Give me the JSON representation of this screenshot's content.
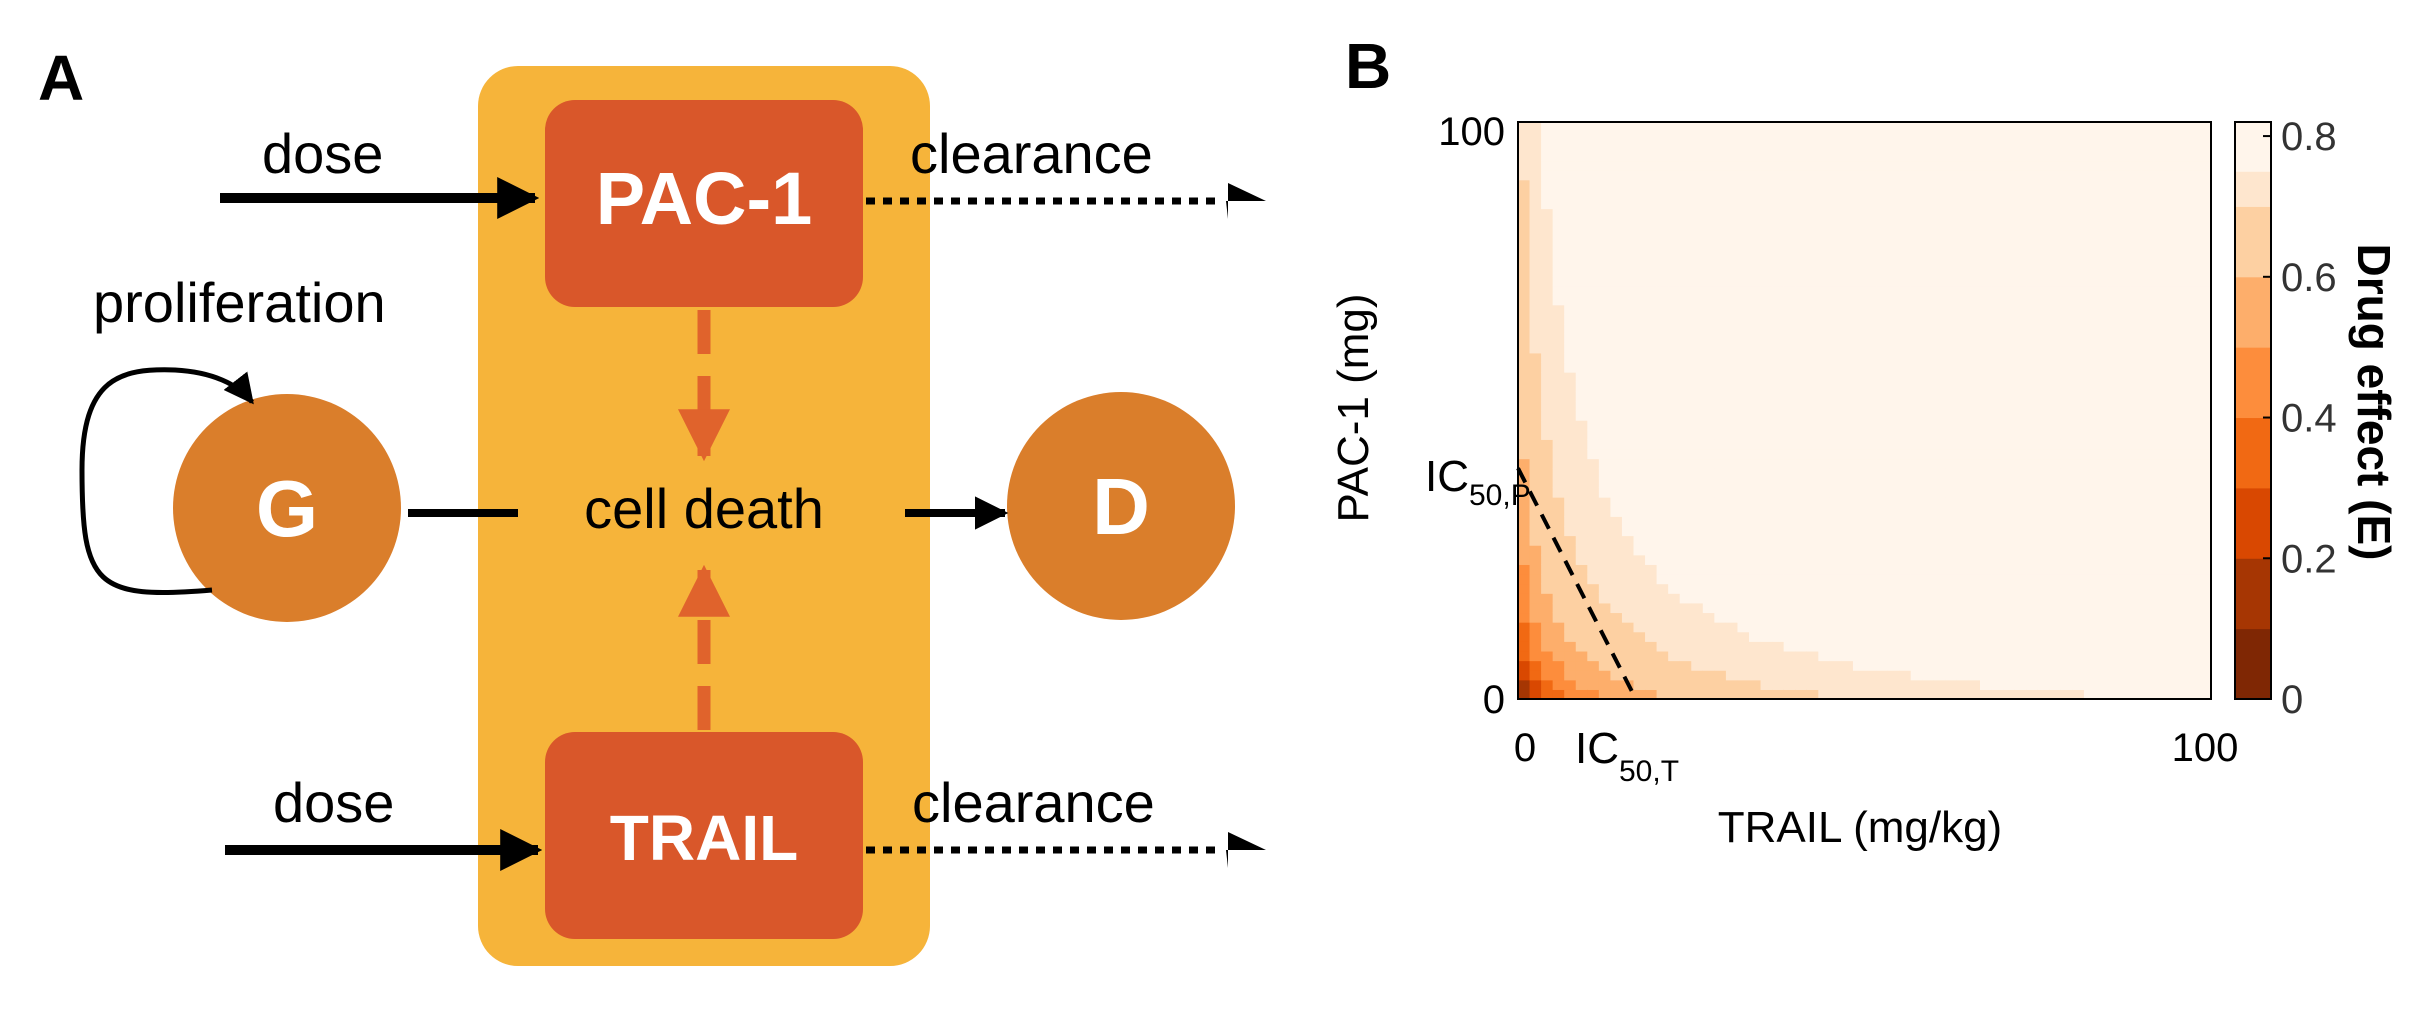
{
  "panel_a": {
    "letter": "A",
    "pac_label": "PAC-1",
    "trail_label": "TRAIL",
    "g_label": "G",
    "d_label": "D",
    "cell_death": "cell death",
    "proliferation": "proliferation",
    "dose_top": "dose",
    "dose_bottom": "dose",
    "clearance_top": "clearance",
    "clearance_bottom": "clearance",
    "colors": {
      "compartment": "#F6B43A",
      "drug_box": "#D9572A",
      "cell_circle": "#DA7E2B",
      "interaction": "#E0632C"
    }
  },
  "panel_b": {
    "letter": "B",
    "ic50_p_main": "IC",
    "ic50_p_sub": "50,P",
    "ic50_t_main": "IC",
    "ic50_t_sub": "50,T"
  },
  "chart_data": {
    "type": "heatmap",
    "xlabel": "TRAIL (mg/kg)",
    "ylabel": "PAC-1 (mg)",
    "xlim": [
      0,
      100
    ],
    "ylim": [
      0,
      100
    ],
    "x_ticks": [
      "0",
      "100"
    ],
    "y_ticks": [
      "0",
      "100"
    ],
    "colorbar": {
      "label": "Drug effect (E)",
      "ticks": [
        0,
        0.2,
        0.4,
        0.6,
        0.8
      ],
      "tick_labels": [
        "0",
        "0.2",
        "0.4",
        "0.6",
        "0.8"
      ],
      "range": [
        0,
        0.82
      ],
      "levels": [
        {
          "min": 0.0,
          "max": 0.1,
          "color": "#7F2704"
        },
        {
          "min": 0.1,
          "max": 0.2,
          "color": "#A63603"
        },
        {
          "min": 0.2,
          "max": 0.3,
          "color": "#D94801"
        },
        {
          "min": 0.3,
          "max": 0.4,
          "color": "#F16913"
        },
        {
          "min": 0.4,
          "max": 0.5,
          "color": "#FD8D3C"
        },
        {
          "min": 0.5,
          "max": 0.6,
          "color": "#FDAE6B"
        },
        {
          "min": 0.6,
          "max": 0.7,
          "color": "#FDD0A2"
        },
        {
          "min": 0.7,
          "max": 0.75,
          "color": "#FEE6CE"
        },
        {
          "min": 0.75,
          "max": 0.82,
          "color": "#FFF5EB"
        }
      ]
    },
    "grid": false,
    "additivity_line": {
      "x": [
        0,
        17
      ],
      "y": [
        40,
        0
      ]
    },
    "notes_emax": 0.82
  }
}
